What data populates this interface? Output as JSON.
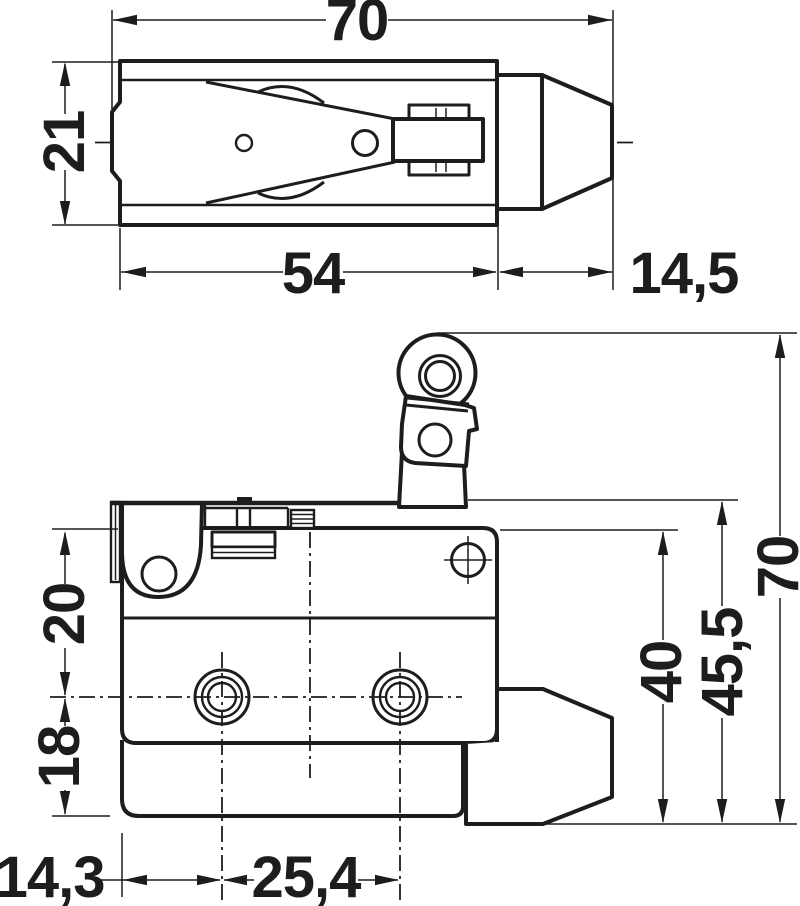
{
  "colors": {
    "line": "#1d1d1b",
    "background": "#ffffff"
  },
  "dims": {
    "side": {
      "length_total": "70",
      "height": "21",
      "length_body": "54",
      "length_plunger": "14,5"
    },
    "front": {
      "h_top_to_holes": "20",
      "h_holes_to_bottom": "18",
      "w_edge_to_hole": "14,3",
      "w_hole_to_hole": "25,4",
      "h_body": "40",
      "h_lever": "45,5",
      "h_total": "70"
    }
  }
}
